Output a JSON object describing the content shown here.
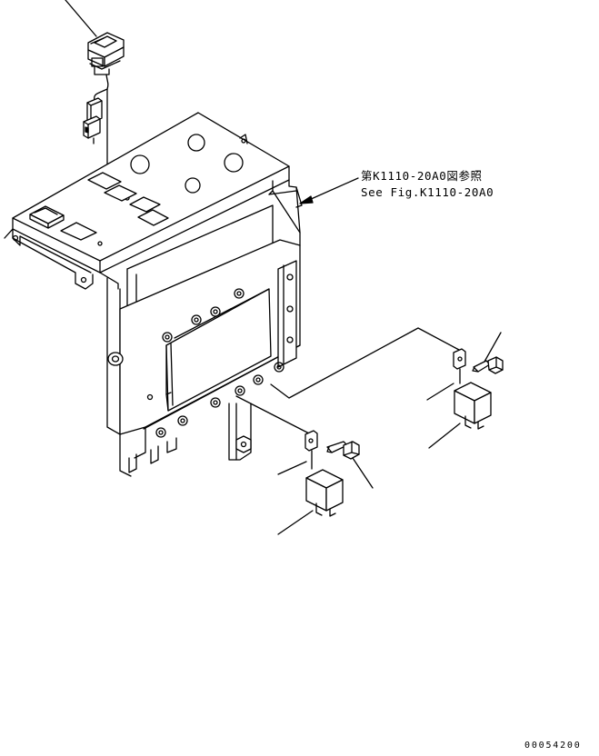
{
  "reference": {
    "japanese": "第K1110-20A0図参照",
    "english": "See Fig.K1110-20A0"
  },
  "drawing_number": "00054200",
  "parts": [
    {
      "name": "rocker-switch"
    },
    {
      "name": "harness-connector"
    },
    {
      "name": "mounting-bracket"
    },
    {
      "name": "relay-right"
    },
    {
      "name": "relay-bottom"
    },
    {
      "name": "bolt-right"
    },
    {
      "name": "bolt-bottom"
    }
  ]
}
